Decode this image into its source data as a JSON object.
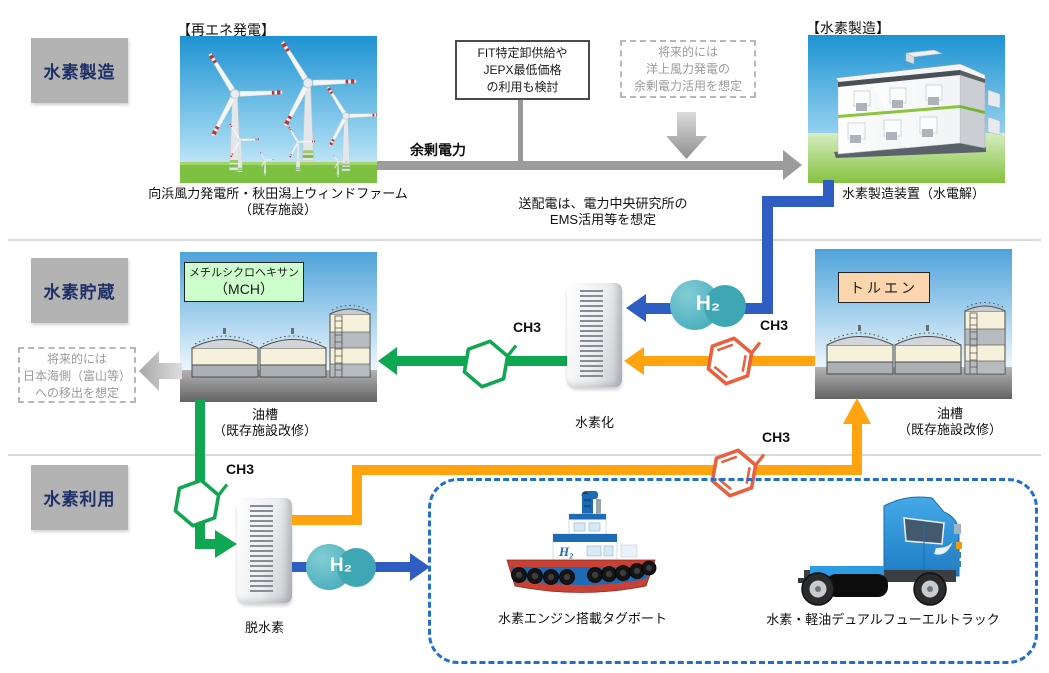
{
  "sections": {
    "production": "水素製造",
    "storage": "水素貯蔵",
    "utilization": "水素利用"
  },
  "production": {
    "renewable_header": "【再エネ発電】",
    "wind_caption": [
      "向浜風力発電所・秋田潟上ウィンドファーム",
      "（既存施設）"
    ],
    "fit_note": [
      "FIT特定卸供給や",
      "JEPX最低価格",
      "の利用も検討"
    ],
    "offshore_note": [
      "将来的には",
      "洋上風力発電の",
      "余剰電力活用を想定"
    ],
    "surplus_label": "余剰電力",
    "transmission_note": [
      "送配電は、電力中央研究所の",
      "EMS活用等を想定"
    ],
    "plant_header": "【水素製造】",
    "plant_caption": "水素製造装置（水電解）"
  },
  "storage": {
    "mch_box": [
      "メチルシクロヘキサン",
      "（MCH）"
    ],
    "mch_tank_caption": [
      "油槽",
      "（既存施設改修）"
    ],
    "export_note": [
      "将来的には",
      "日本海側（富山等）",
      "への移出を想定"
    ],
    "hydrogenation_caption": "水素化",
    "toluene_box": "トルエン",
    "toluene_tank_caption": [
      "油槽",
      "（既存施設改修）"
    ]
  },
  "utilization": {
    "dehydrogenation_caption": "脱水素",
    "tugboat_caption": "水素エンジン搭載タグボート",
    "tugboat_logo": "H₂",
    "truck_caption": "水素・軽油デュアルフューエルトラック"
  },
  "molecules": {
    "h2": "H₂",
    "ch3": "CH3"
  },
  "colors": {
    "pipe_blue": "#2E5EC2",
    "pipe_green": "#0FA751",
    "pipe_orange": "#FFA30E",
    "arrow_gray": "#9C9C9C",
    "h2_teal": "#52B5C1",
    "section_label_bg": "#B3B3B3",
    "section_label_text": "#1F3069",
    "mch_box_bg": "#CCFFCC",
    "toluene_box_bg": "#FBD5AE",
    "usage_border_blue": "#1E6FCE",
    "toluene_molecule": "#E8603F"
  }
}
